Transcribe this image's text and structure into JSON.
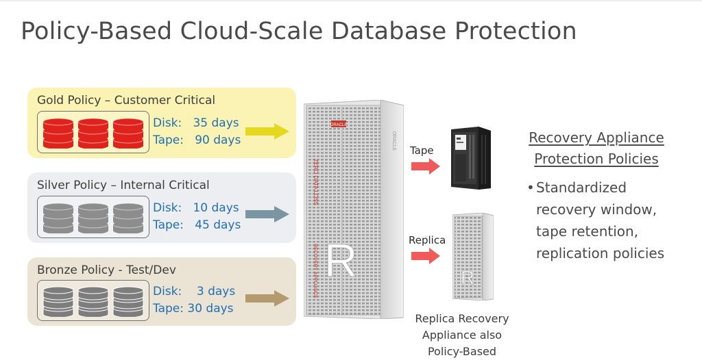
{
  "title": "Policy-Based Cloud-Scale Database Protection",
  "colors": {
    "gold_panel": "#fbf3b4",
    "silver_panel": "#eceef2",
    "bronze_panel": "#ebe3d3",
    "gold_db": "#e0221c",
    "silver_db": "#8d8d8d",
    "bronze_db": "#7d7d7d",
    "gold_arrow": "#e4d820",
    "silver_arrow": "#7a96a3",
    "bronze_arrow": "#b39a6f",
    "tape_arrow": "#f05a5a",
    "value_text": "#1f6fb2"
  },
  "policies": [
    {
      "name": "Gold Policy – Customer Critical",
      "disk_label": "Disk:",
      "disk_value": "35 days",
      "tape_label": "Tape:",
      "tape_value": "90 days"
    },
    {
      "name": "Silver Policy – Internal Critical",
      "disk_label": "Disk:",
      "disk_value": "10 days",
      "tape_label": "Tape:",
      "tape_value": "45 days"
    },
    {
      "name": "Bronze Policy - Test/Dev",
      "disk_label": "Disk:",
      "disk_value": "3 days",
      "tape_label": "Tape:",
      "tape_value": "30 days"
    }
  ],
  "appliance": {
    "letter": "R",
    "side_text_1": "ZERO DATA LOSS",
    "side_text_2": "RECOVERY APPLIANCE",
    "brand": "ORACLE"
  },
  "targets": {
    "tape_label": "Tape",
    "replica_label": "Replica",
    "replica_letter": "R",
    "replica_caption": [
      "Replica Recovery",
      "Appliance also",
      "Policy-Based"
    ]
  },
  "policies_panel": {
    "heading": [
      "Recovery Appliance",
      "Protection Policies"
    ],
    "bullet": "•",
    "bullet_lines": [
      "Standardized",
      "recovery window,",
      "tape retention,",
      "replication policies"
    ]
  },
  "icons": {
    "database": "database-stack-icon",
    "arrow": "right-arrow-icon",
    "rack": "server-rack-icon",
    "tape_library": "tape-library-icon"
  }
}
